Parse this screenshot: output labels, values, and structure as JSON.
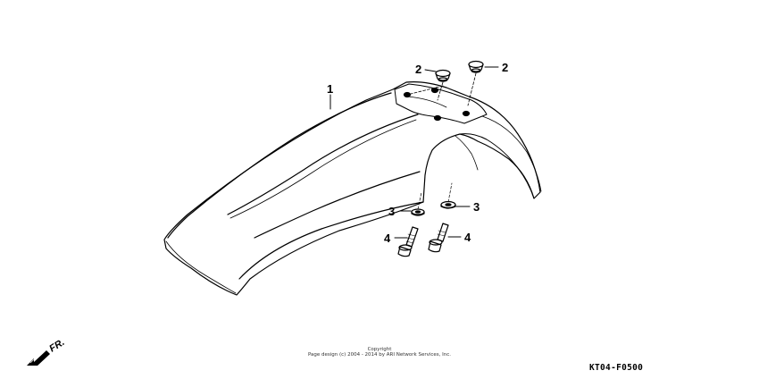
{
  "callouts": {
    "fender": "1",
    "grommet_left": "2",
    "grommet_right": "2",
    "washer_left": "3",
    "washer_right": "3",
    "bolt_left": "4",
    "bolt_right": "4"
  },
  "direction_label": "FR.",
  "copyright": {
    "line1": "Copyright",
    "line2": "Page design (c) 2004 - 2014 by ARI Network Services, Inc."
  },
  "diagram_code": "KT04-F0500",
  "colors": {
    "line": "#000000",
    "background": "#ffffff"
  }
}
